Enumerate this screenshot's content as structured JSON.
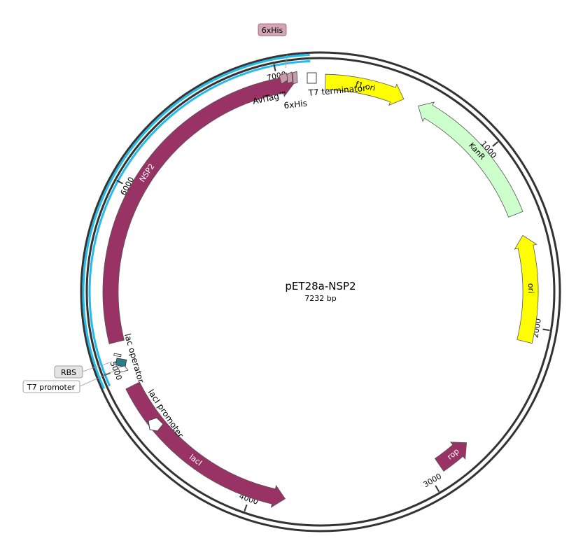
{
  "map": {
    "name": "pET28a-NSP2",
    "length_label": "7232 bp",
    "length_bp": 7232
  },
  "ticks": [
    {
      "bp": 1000,
      "label": "1000"
    },
    {
      "bp": 2000,
      "label": "2000"
    },
    {
      "bp": 3000,
      "label": "3000"
    },
    {
      "bp": 4000,
      "label": "4000"
    },
    {
      "bp": 5000,
      "label": "5000"
    },
    {
      "bp": 6000,
      "label": "6000"
    },
    {
      "bp": 7000,
      "label": "7000"
    }
  ],
  "features": [
    {
      "id": "f1-ori",
      "label": "f1 ori",
      "color": "#ffff00",
      "text_color": "#000000",
      "start": 26,
      "end": 469,
      "direction": "cw"
    },
    {
      "id": "kanr",
      "label": "KanR",
      "color": "#ccffcc",
      "text_color": "#000000",
      "start": 557,
      "end": 1373,
      "direction": "ccw"
    },
    {
      "id": "ori",
      "label": "ori",
      "color": "#ffff00",
      "text_color": "#000000",
      "start": 1495,
      "end": 2083,
      "direction": "ccw"
    },
    {
      "id": "rop",
      "label": "rop",
      "color": "#993366",
      "text_color": "#ffffff",
      "start": 2731,
      "end": 2924,
      "direction": "ccw"
    },
    {
      "id": "laci",
      "label": "lacI",
      "color": "#993366",
      "text_color": "#ffffff",
      "start": 3811,
      "end": 4891,
      "direction": "ccw"
    },
    {
      "id": "nsp2",
      "label": "NSP2",
      "color": "#993366",
      "text_color": "#ffffff",
      "start": 5146,
      "end": 7085,
      "direction": "cw"
    }
  ],
  "labels": {
    "t7_terminator": "T7 terminator",
    "avitag": "AviTag™",
    "his_inner": "6xHis",
    "his_callout": "6xHis",
    "lac_operator": "lac operator",
    "laci_promoter": "lacI promoter",
    "rbs": "RBS",
    "t7_promoter": "T7 promoter"
  },
  "colors": {
    "backbone": "#333333",
    "insert_highlight": "#22bbee",
    "small_feature": "#cc99aa",
    "lac_operator": "#2e7d8c"
  }
}
